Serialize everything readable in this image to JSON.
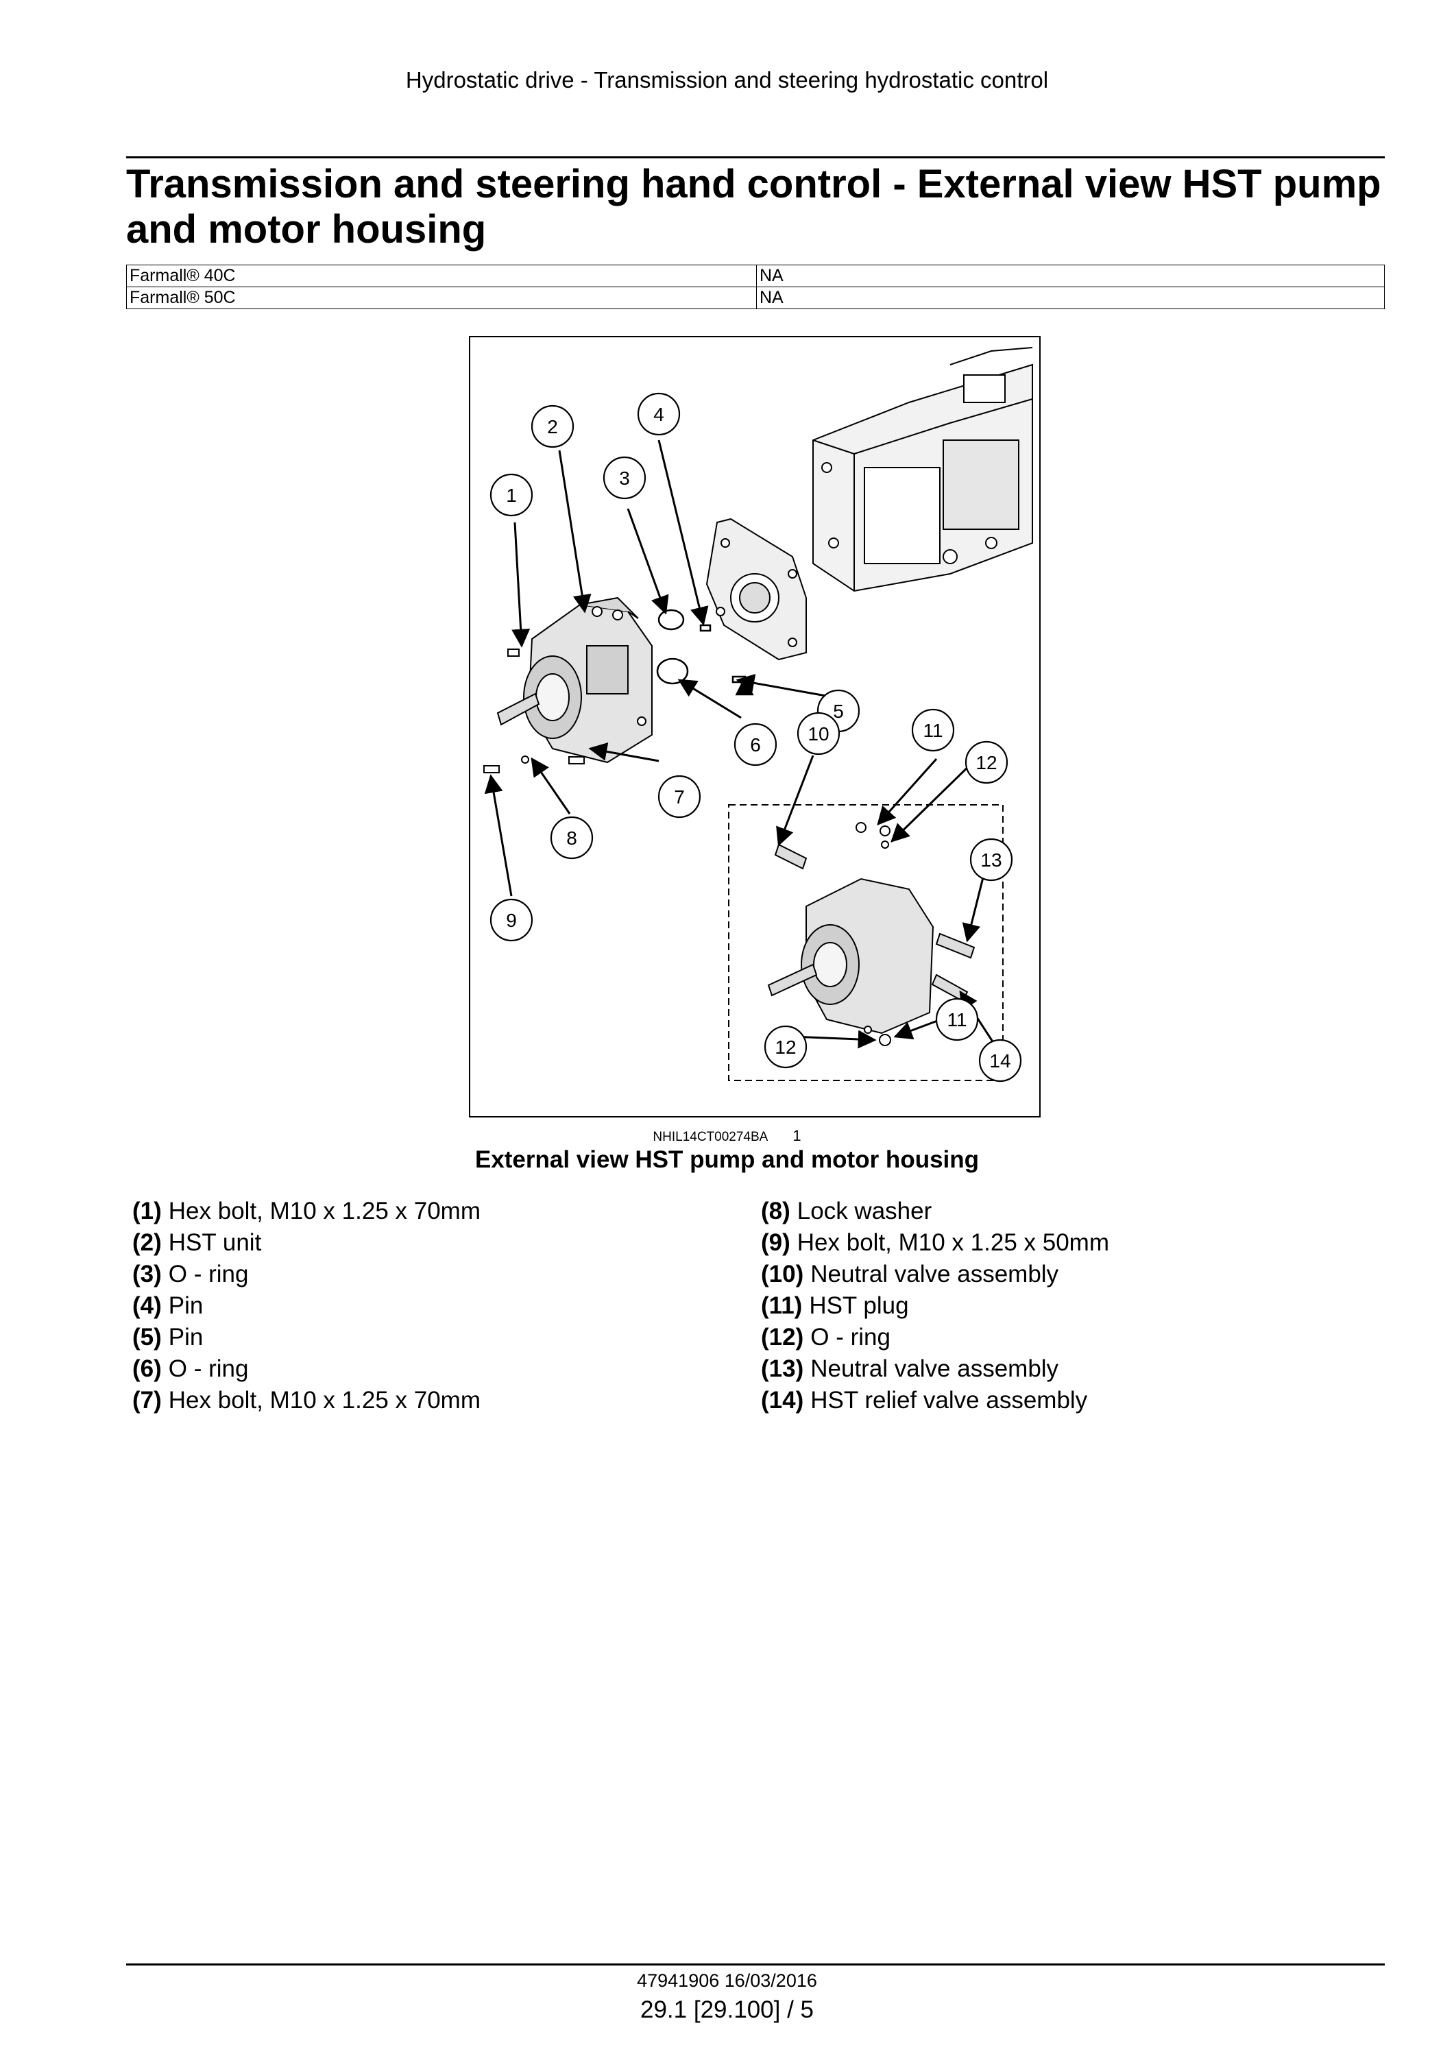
{
  "header": {
    "running_title": "Hydrostatic drive - Transmission and steering hydrostatic control"
  },
  "title": "Transmission and steering hand control - External view HST pump and motor housing",
  "applicability": [
    {
      "model": "Farmall® 40C",
      "value": "NA"
    },
    {
      "model": "Farmall® 50C",
      "value": "NA"
    }
  ],
  "figure": {
    "code": "NHIL14CT00274BA",
    "number": "1",
    "caption": "External view HST pump and motor housing",
    "callouts": [
      "1",
      "2",
      "3",
      "4",
      "5",
      "6",
      "7",
      "8",
      "9",
      "10",
      "11",
      "12",
      "13",
      "11",
      "12",
      "14"
    ]
  },
  "legend": {
    "left": [
      {
        "ref": "(1)",
        "text": "Hex bolt, M10 x 1.25 x 70mm"
      },
      {
        "ref": "(2)",
        "text": "HST unit"
      },
      {
        "ref": "(3)",
        "text": "O - ring"
      },
      {
        "ref": "(4)",
        "text": "Pin"
      },
      {
        "ref": "(5)",
        "text": "Pin"
      },
      {
        "ref": "(6)",
        "text": "O - ring"
      },
      {
        "ref": "(7)",
        "text": "Hex bolt, M10 x 1.25 x 70mm"
      }
    ],
    "right": [
      {
        "ref": "(8)",
        "text": "Lock washer"
      },
      {
        "ref": "(9)",
        "text": "Hex bolt, M10 x 1.25 x 50mm"
      },
      {
        "ref": "(10)",
        "text": "Neutral valve assembly"
      },
      {
        "ref": "(11)",
        "text": "HST plug"
      },
      {
        "ref": "(12)",
        "text": "O - ring"
      },
      {
        "ref": "(13)",
        "text": "Neutral valve assembly"
      },
      {
        "ref": "(14)",
        "text": "HST relief valve assembly"
      }
    ]
  },
  "footer": {
    "doc_id": "47941906 16/03/2016",
    "page": "29.1 [29.100] / 5"
  }
}
